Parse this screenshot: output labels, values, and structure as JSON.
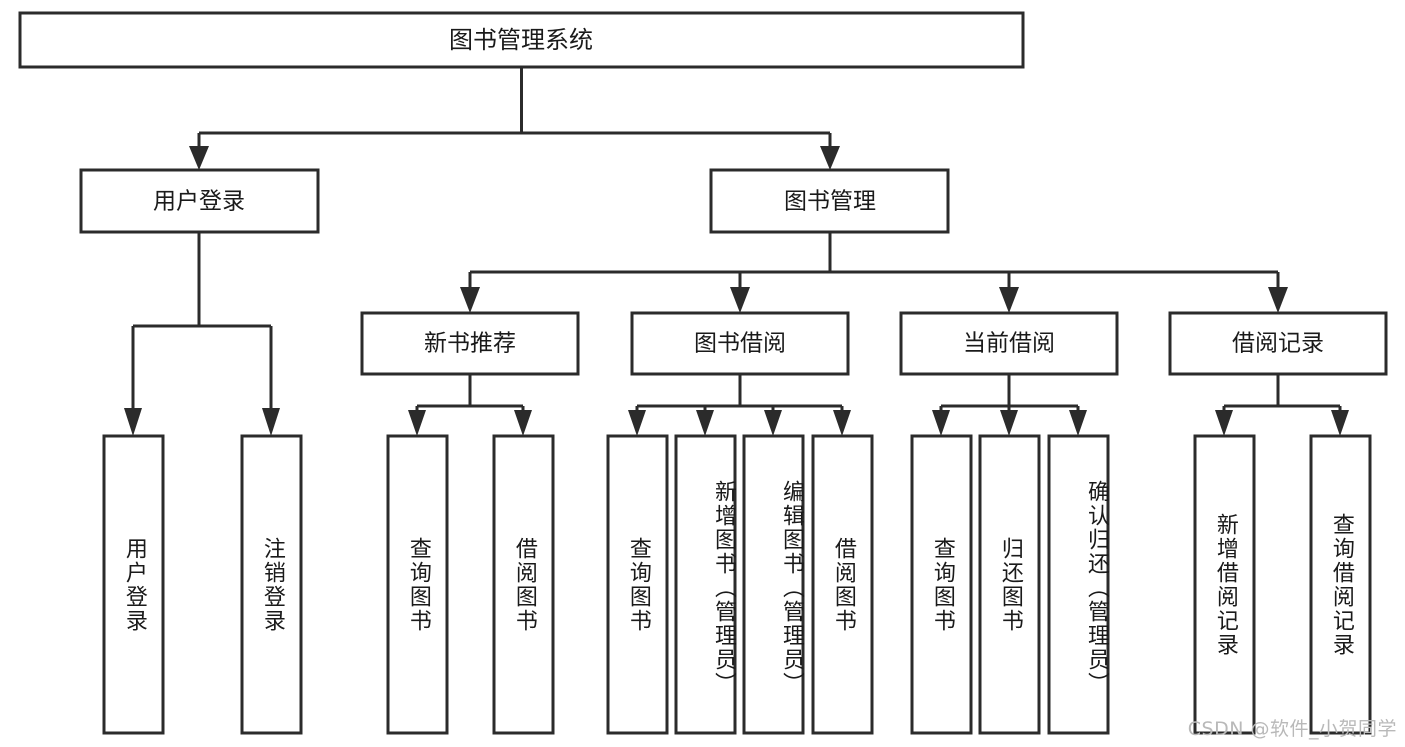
{
  "diagram": {
    "type": "tree-hierarchy-chart",
    "title": "图书管理系统",
    "root": {
      "id": "root",
      "label": "图书管理系统"
    },
    "level2": [
      {
        "id": "user-login",
        "label": "用户登录"
      },
      {
        "id": "book-management",
        "label": "图书管理"
      }
    ],
    "level3": [
      {
        "id": "new-book-recommend",
        "label": "新书推荐",
        "parent": "book-management"
      },
      {
        "id": "book-borrow",
        "label": "图书借阅",
        "parent": "book-management"
      },
      {
        "id": "current-borrow",
        "label": "当前借阅",
        "parent": "book-management"
      },
      {
        "id": "borrow-record",
        "label": "借阅记录",
        "parent": "book-management"
      }
    ],
    "leaves": [
      {
        "id": "leaf-user-login",
        "label": "用户登录",
        "parent": "user-login"
      },
      {
        "id": "leaf-logout-login",
        "label": "注销登录",
        "parent": "user-login"
      },
      {
        "id": "leaf-query-book-1",
        "label": "查询图书",
        "parent": "new-book-recommend"
      },
      {
        "id": "leaf-borrow-book-1",
        "label": "借阅图书",
        "parent": "new-book-recommend"
      },
      {
        "id": "leaf-query-book-2",
        "label": "查询图书",
        "parent": "book-borrow"
      },
      {
        "id": "leaf-add-book",
        "label": "新增图书（管理员）",
        "parent": "book-borrow"
      },
      {
        "id": "leaf-edit-book",
        "label": "编辑图书（管理员）",
        "parent": "book-borrow"
      },
      {
        "id": "leaf-borrow-book-2",
        "label": "借阅图书",
        "parent": "book-borrow"
      },
      {
        "id": "leaf-query-book-3",
        "label": "查询图书",
        "parent": "current-borrow"
      },
      {
        "id": "leaf-return-book",
        "label": "归还图书",
        "parent": "current-borrow"
      },
      {
        "id": "leaf-confirm-return",
        "label": "确认归还（管理员）",
        "parent": "current-borrow"
      },
      {
        "id": "leaf-add-record",
        "label": "新增借阅记录",
        "parent": "borrow-record"
      },
      {
        "id": "leaf-query-record",
        "label": "查询借阅记录",
        "parent": "borrow-record"
      }
    ],
    "colors": {
      "stroke": "#2b2b2b",
      "fill": "#ffffff",
      "text": "#1a1a1a",
      "background": "#ffffff",
      "watermark": "#b9b9b9"
    }
  },
  "watermark": {
    "text": "CSDN @软件_小贺同学"
  }
}
